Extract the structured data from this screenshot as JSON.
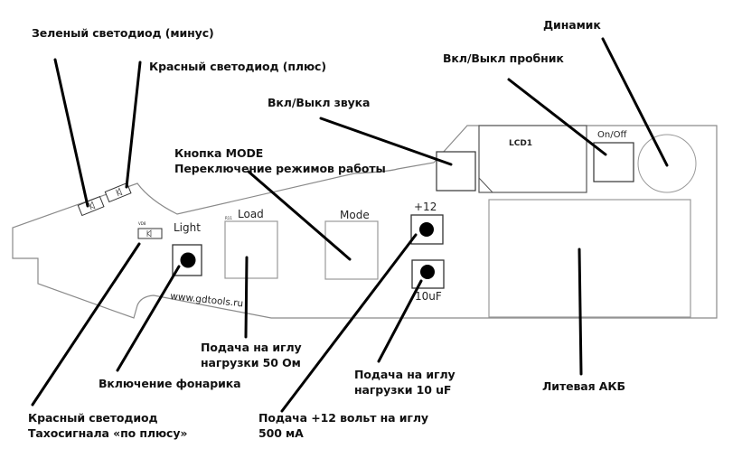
{
  "title": "Схема платы пробника gdtools",
  "callouts": {
    "green_led": "Зеленый светодиод (минус)",
    "red_led": "Красный светодиод (плюс)",
    "sound_toggle": "Вкл/Выкл звука",
    "mode_button_line1": "Кнопка MODE",
    "mode_button_line2": "Переключение режимов работы",
    "probe_toggle": "Вкл/Выкл пробник",
    "speaker": "Динамик",
    "load_50_line1": "Подача на иглу",
    "load_50_line2": "нагрузки 50 Ом",
    "flashlight": "Включение фонарика",
    "load_10uf_line1": "Подача на иглу",
    "load_10uf_line2": "нагрузки 10 uF",
    "battery": "Литевая АКБ",
    "tacho_led_line1": "Красный светодиод",
    "tacho_led_line2": "Тахосигнала «по плюсу»",
    "plus12_line1": "Подача +12 вольт на иглу",
    "plus12_line2": "500 мА"
  },
  "silkscreen": {
    "light": "Light",
    "load": "Load",
    "mode": "Mode",
    "plus12": "+12",
    "uf10": "10uF",
    "on_off": "On/Off",
    "lcd": "LCD1",
    "url": "www.gdtools.ru",
    "vd": "VD8",
    "r": "R11"
  },
  "colors": {
    "board_outline": "#8a8a8a",
    "component": "#333333",
    "leader": "#000000",
    "text": "#111111"
  }
}
